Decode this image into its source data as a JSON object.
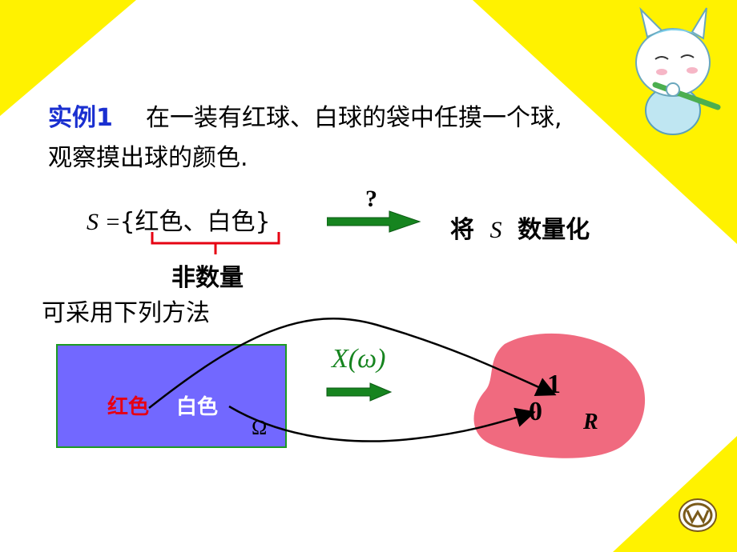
{
  "example": {
    "label": "实例1",
    "text_line1": "在一装有红球、白球的袋中任摸一个球,",
    "text_line2": "观察摸出球的颜色."
  },
  "sample_space": {
    "symbol": "S",
    "equals": "=",
    "set": "{红色、白色}",
    "bracket_label": "非数量"
  },
  "arrow_question": "?",
  "quantify": {
    "prefix": "将",
    "symbol": "S",
    "suffix": "数量化"
  },
  "method_text": "可采用下列方法",
  "omega_box": {
    "red_label": "红色",
    "white_label": "白色",
    "omega": "Ω"
  },
  "mapping": {
    "label": "X(ω)"
  },
  "real_set": {
    "one": "1",
    "zero": "0",
    "label": "R"
  },
  "colors": {
    "yellow": "#fff200",
    "box_fill": "#7268ff",
    "box_border": "#1c9a22",
    "blob": "#f06a7f",
    "arrow_green": "#16841f",
    "red_text": "#e60012",
    "blue_text": "#1a2fd0"
  },
  "icons": {
    "mascot": "flute-playing-cartoon-cat",
    "logo": "round-emblem-logo"
  }
}
